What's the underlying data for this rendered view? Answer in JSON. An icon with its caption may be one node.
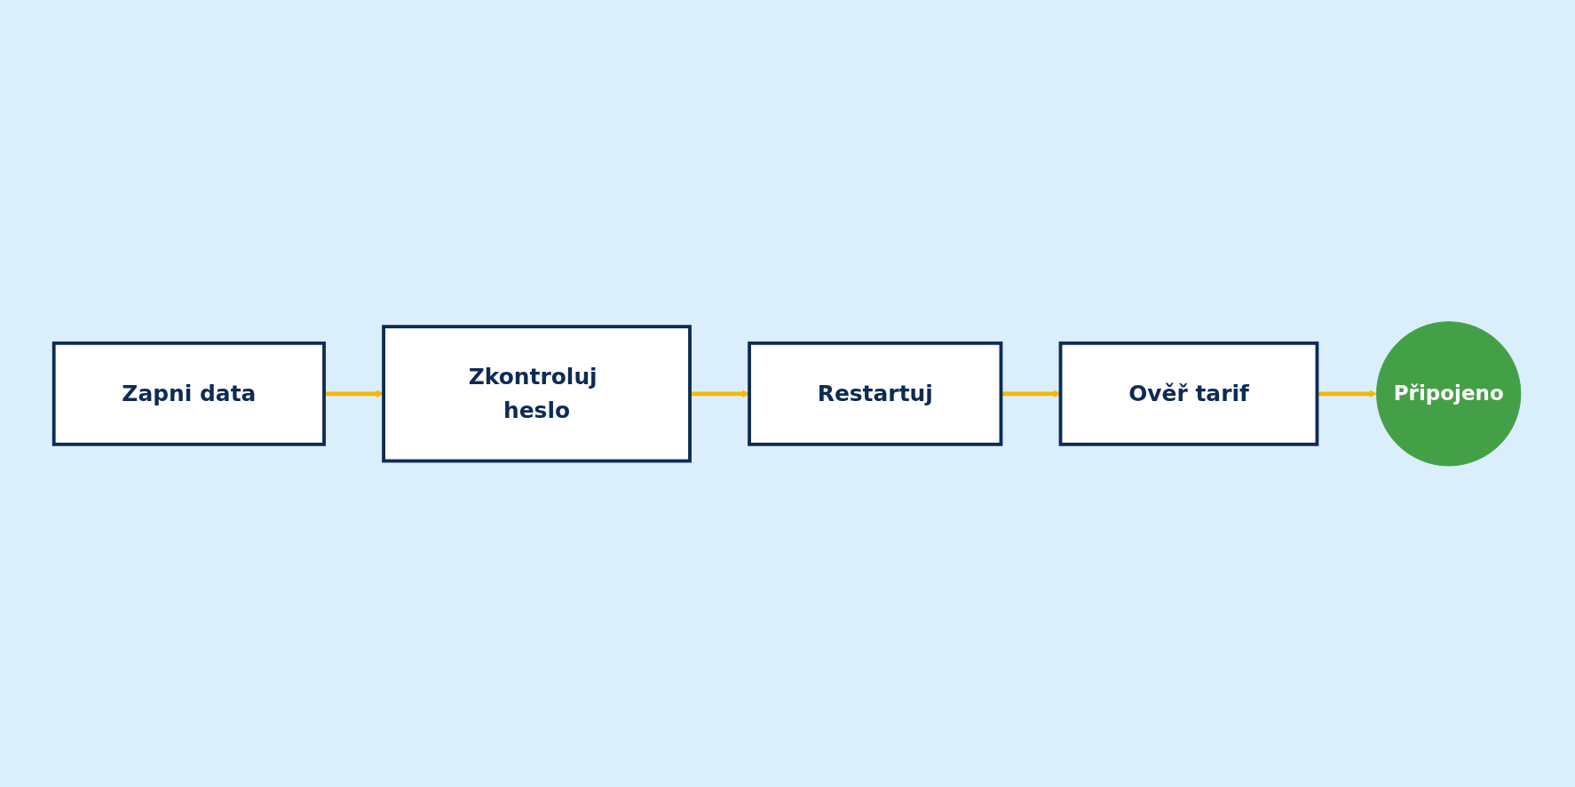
{
  "diagram": {
    "nodes": [
      {
        "text": [
          "Zapni data"
        ]
      },
      {
        "text": [
          "Zkontroluj heslo"
        ]
      },
      {
        "text": [
          "Restartuj"
        ]
      },
      {
        "text": [
          "Ověř tarif"
        ]
      },
      {
        "text": [
          "Připojeno"
        ]
      }
    ],
    "edges": [
      {
        "from": 0,
        "to": 1,
        "arrow": "to"
      },
      {
        "from": 1,
        "to": 2,
        "arrow": "to"
      },
      {
        "from": 2,
        "to": 3,
        "arrow": "to"
      },
      {
        "from": 3,
        "to": 4,
        "arrow": "to"
      }
    ]
  }
}
